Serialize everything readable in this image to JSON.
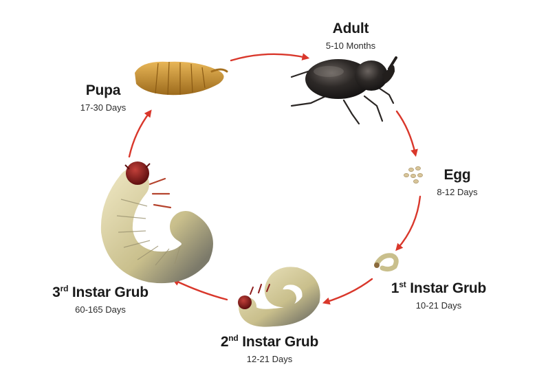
{
  "stages": {
    "adult": {
      "title": "Adult",
      "duration": "5-10 Months"
    },
    "egg": {
      "title": "Egg",
      "duration": "8-12 Days"
    },
    "instar1": {
      "ordinal": "1",
      "suffix": "st",
      "title": " Instar Grub",
      "duration": "10-21 Days"
    },
    "instar2": {
      "ordinal": "2",
      "suffix": "nd",
      "title": " Instar Grub",
      "duration": "12-21 Days"
    },
    "instar3": {
      "ordinal": "3",
      "suffix": "rd",
      "title": " Instar Grub",
      "duration": "60-165 Days"
    },
    "pupa": {
      "title": "Pupa",
      "duration": "17-30 Days"
    }
  },
  "colors": {
    "arrow": "#d9372b",
    "beetle": "#2a2624",
    "grub_body": "#d8cfa0",
    "grub_head": "#8e1d1d",
    "pupa": "#c8902c",
    "egg": "#d8c59a"
  },
  "icons": [
    "beetle-illustration",
    "egg-cluster-illustration",
    "grub-illustration",
    "pupa-illustration"
  ]
}
